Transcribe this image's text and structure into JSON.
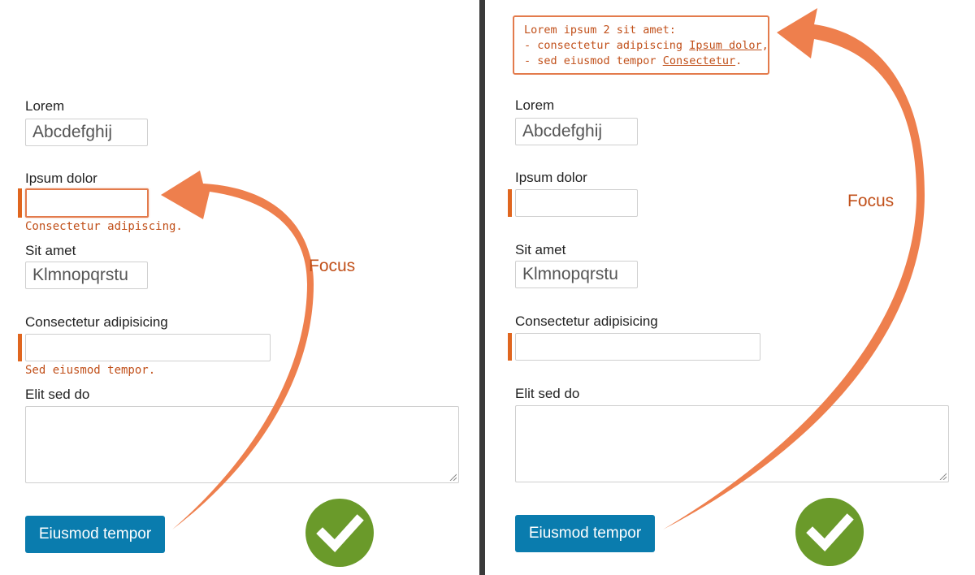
{
  "form": {
    "field1_label": "Lorem",
    "field1_value": "Abcdefghij",
    "field2_label": "Ipsum dolor",
    "field2_value": "",
    "field2_error": "Consectetur adipiscing.",
    "field3_label": "Sit amet",
    "field3_value": "Klmnopqrstu",
    "field4_label": "Consectetur adipisicing",
    "field4_value": "",
    "field4_error": "Sed eiusmod tempor.",
    "field5_label": "Elit sed do",
    "submit_label": "Eiusmod tempor"
  },
  "summary": {
    "heading": "Lorem ipsum 2 sit amet:",
    "line1_prefix": "- consectetur adipiscing ",
    "line1_link": "Ipsum dolor",
    "line1_suffix": ",",
    "line2_prefix": "- sed eiusmod tempor ",
    "line2_link": "Consectetur",
    "line2_suffix": "."
  },
  "annotation": {
    "focus_label": "Focus"
  },
  "colors": {
    "error": "#e0661f",
    "error_text": "#c1501a",
    "arrow": "#ee7f4d",
    "button": "#0a7cae",
    "check": "#6a9a2a",
    "divider": "#3a3a3a"
  },
  "icons": [
    "checkmark-icon",
    "focus-arrow",
    "resize-grip-icon"
  ]
}
